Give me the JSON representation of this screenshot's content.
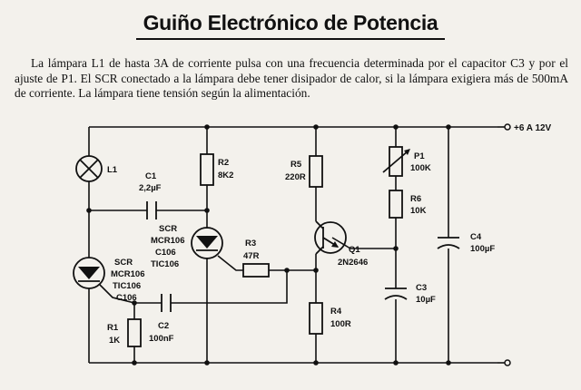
{
  "document": {
    "title": "Guiño Electrónico de Potencia",
    "paragraph": "La lámpara L1 de hasta 3A de corriente pulsa con una frecuencia determinada por el capacitor C3 y por el ajuste de P1. El SCR conectado a la lámpara debe tener disipador de calor, si la lámpara exigiera más de 500mA de corriente. La lámpara tiene tensión según la alimentación."
  },
  "circuit": {
    "power_label": "+6 A 12V",
    "L1": {
      "name": "L1"
    },
    "C1": {
      "name": "C1",
      "value": "2,2µF"
    },
    "R2": {
      "name": "R2",
      "value": "8K2"
    },
    "SCR_top": {
      "name": "SCR",
      "models": [
        "MCR106",
        "C106",
        "TIC106"
      ]
    },
    "SCR_bottom": {
      "name": "SCR",
      "models": [
        "MCR106",
        "TIC106",
        "C106"
      ]
    },
    "R3": {
      "name": "R3",
      "value": "47R"
    },
    "R5": {
      "name": "R5",
      "value": "220R"
    },
    "Q1": {
      "name": "Q1",
      "model": "2N2646"
    },
    "P1": {
      "name": "P1",
      "value": "100K"
    },
    "R6": {
      "name": "R6",
      "value": "10K"
    },
    "C3": {
      "name": "C3",
      "value": "10µF"
    },
    "C4": {
      "name": "C4",
      "value": "100µF"
    },
    "R4": {
      "name": "R4",
      "value": "100R"
    },
    "R1": {
      "name": "R1",
      "value": "1K"
    },
    "C2": {
      "name": "C2",
      "value": "100nF"
    }
  }
}
